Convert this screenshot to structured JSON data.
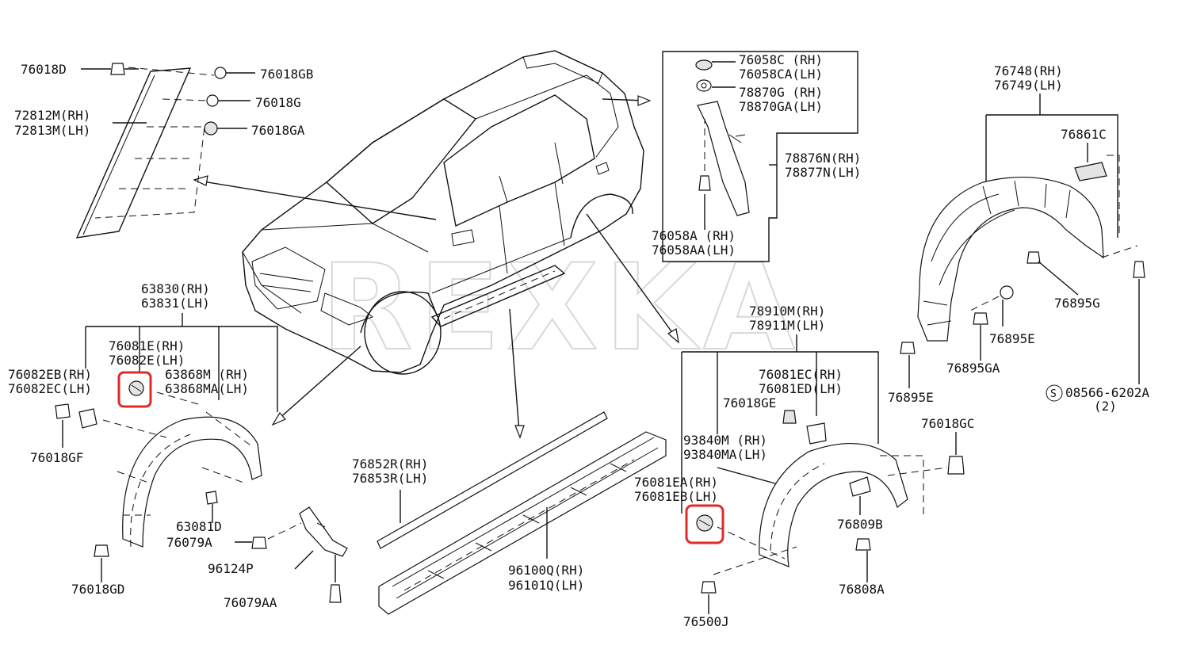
{
  "watermark": "REXKA",
  "highlight_color": "#e02a2a",
  "labels": {
    "l76018D": "76018D",
    "l72812M": "72812M(RH)",
    "l72813M": "72813M(LH)",
    "l76018GB": "76018GB",
    "l76018G": "76018G",
    "l76018GA": "76018GA",
    "l76058C": "76058C (RH)",
    "l76058CA": "76058CA(LH)",
    "l78870G": "78870G (RH)",
    "l78870GA": "78870GA(LH)",
    "l78876N": "78876N(RH)",
    "l78877N": "78877N(LH)",
    "l76058A": "76058A (RH)",
    "l76058AA": "76058AA(LH)",
    "l76748": "76748(RH)",
    "l76749": "76749(LH)",
    "l76861C": "76861C",
    "l76895G": "76895G",
    "l76895E_a": "76895E",
    "l76895GA": "76895GA",
    "l76895E_b": "76895E",
    "l08566": "08566-6202A",
    "l08566q": "(2)",
    "l08566s": "S",
    "l63830": "63830(RH)",
    "l63831": "63831(LH)",
    "l76081E": "76081E(RH)",
    "l76082E": "76082E(LH)",
    "l76082EB": "76082EB(RH)",
    "l76082EC": "76082EC(LH)",
    "l63868M": "63868M (RH)",
    "l63868MA": "63868MA(LH)",
    "l76018GF": "76018GF",
    "l63081D": "63081D",
    "l76079A": "76079A",
    "l96124P": "96124P",
    "l76018GD": "76018GD",
    "l76079AA": "76079AA",
    "l76852R": "76852R(RH)",
    "l76853R": "76853R(LH)",
    "l96100Q": "96100Q(RH)",
    "l96101Q": "96101Q(LH)",
    "l78910M": "78910M(RH)",
    "l78911M": "78911M(LH)",
    "l76081EC": "76081EC(RH)",
    "l76081ED": "76081ED(LH)",
    "l76018GE": "76018GE",
    "l93840M": "93840M (RH)",
    "l93840MA": "93840MA(LH)",
    "l76018GC": "76018GC",
    "l76081EA": "76081EA(RH)",
    "l76081EB": "76081EB(LH)",
    "l76809B": "76809B",
    "l76808A": "76808A",
    "l76500J": "76500J"
  }
}
